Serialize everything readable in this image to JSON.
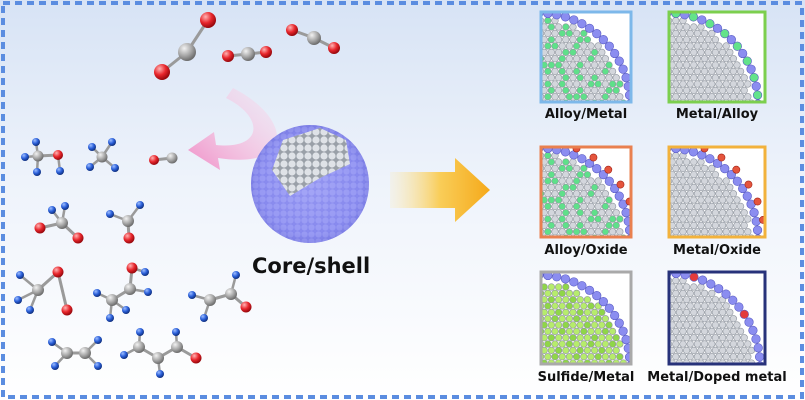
{
  "core_label": "Core/shell",
  "panels": [
    {
      "label": "Alloy/Metal",
      "frame_color": "#7db8ea",
      "shell_color": "#8f8ff0",
      "core_style": "alloy",
      "shell_dopant": ""
    },
    {
      "label": "Metal/Alloy",
      "frame_color": "#7ccf4e",
      "shell_color": "#8f8ff0",
      "core_style": "metal",
      "shell_dopant": "#63e38a"
    },
    {
      "label": "Alloy/Oxide",
      "frame_color": "#e9804f",
      "shell_color": "#8f8ff0",
      "core_style": "alloy",
      "shell_dopant": "#e5553d"
    },
    {
      "label": "Metal/Oxide",
      "frame_color": "#f2b23c",
      "shell_color": "#8f8ff0",
      "core_style": "metal",
      "shell_dopant": "#e5553d"
    },
    {
      "label": "Sulfide/Metal",
      "frame_color": "#a9a9a9",
      "shell_color": "#8f8ff0",
      "core_style": "sulfide",
      "shell_dopant": ""
    },
    {
      "label": "Metal/Doped metal",
      "frame_color": "#27327a",
      "shell_color": "#8f8ff0",
      "core_style": "metal",
      "shell_dopant": "#e33b3b"
    }
  ],
  "colors": {
    "border_dash": "#5b8de0",
    "background_top": "#dfe9f7",
    "background_bottom": "#ffffff",
    "shell": "#8b8df0",
    "core": "#c9ced6",
    "carbon": "#a8a8a8",
    "oxygen": "#e8262c",
    "hydrogen": "#2a5fd9",
    "cycle_arrow": "#f3a6d4",
    "main_arrow": "#f7b52a"
  },
  "icons": [
    "co2-molecule-icon",
    "co-molecule-icon",
    "methanol-molecule-icon",
    "methane-molecule-icon",
    "formic-acid-molecule-icon",
    "ethylene-molecule-icon",
    "propanol-molecule-icon",
    "nanoparticle-icon",
    "right-arrow-icon",
    "curved-arrow-icon"
  ]
}
